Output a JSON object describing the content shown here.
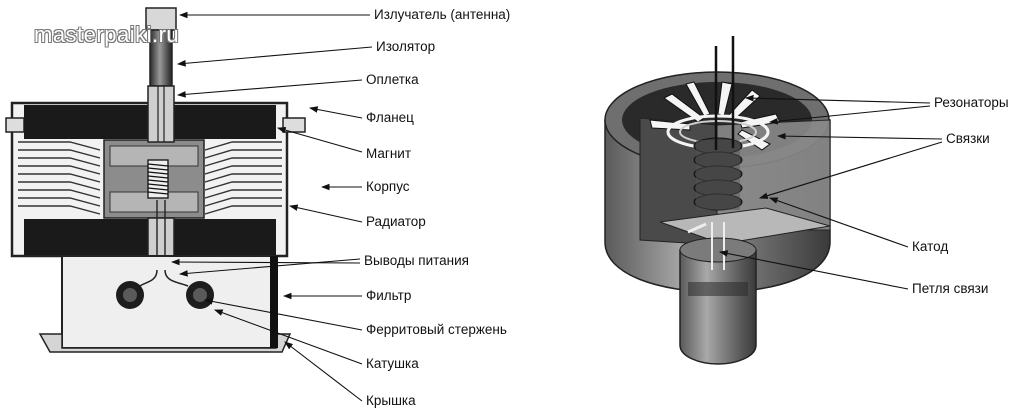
{
  "watermark": "masterpaiki.ru",
  "left_labels": {
    "emitter": "Излучатель (антенна)",
    "insulator": "Изолятор",
    "braid": "Оплетка",
    "flange": "Фланец",
    "magnet": "Магнит",
    "housing": "Корпус",
    "radiator": "Радиатор",
    "power_leads": "Выводы питания",
    "filter": "Фильтр",
    "ferrite_rod": "Ферритовый стержень",
    "coil": "Катушка",
    "cover": "Крышка"
  },
  "right_labels": {
    "resonators": "Резонаторы",
    "straps": "Связки",
    "cathode": "Катод",
    "coupling_loop": "Петля связи"
  }
}
